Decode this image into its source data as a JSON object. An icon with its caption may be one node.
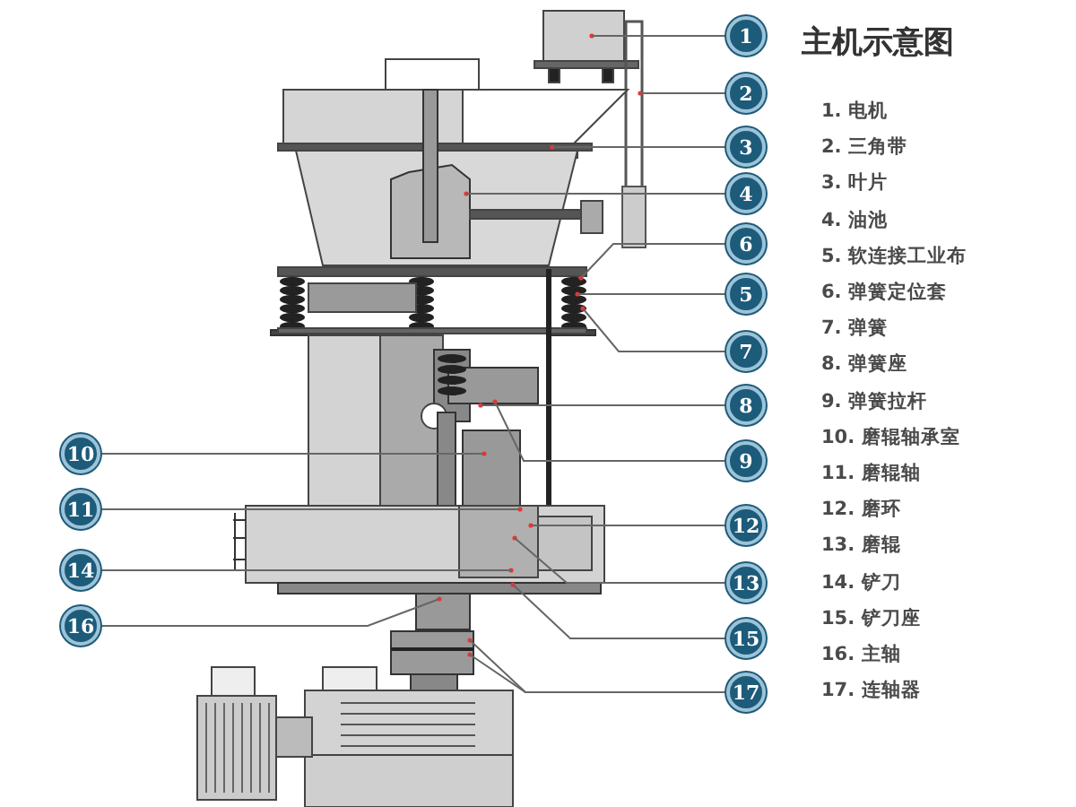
{
  "diagram": {
    "title": "主机示意图",
    "nodes": [
      {
        "text": [
          "1"
        ]
      },
      {
        "text": [
          "2"
        ]
      },
      {
        "text": [
          "3"
        ]
      },
      {
        "text": [
          "4"
        ]
      },
      {
        "text": [
          "5"
        ]
      },
      {
        "text": [
          "6"
        ]
      },
      {
        "text": [
          "7"
        ]
      },
      {
        "text": [
          "8"
        ]
      },
      {
        "text": [
          "9"
        ]
      },
      {
        "text": [
          "10"
        ]
      },
      {
        "text": [
          "11"
        ]
      },
      {
        "text": [
          "12"
        ]
      },
      {
        "text": [
          "13"
        ]
      },
      {
        "text": [
          "14"
        ]
      },
      {
        "text": [
          "15"
        ]
      },
      {
        "text": [
          "16"
        ]
      },
      {
        "text": [
          "17"
        ]
      }
    ],
    "edges": [
      {
        "from": 0,
        "to": null,
        "arrow": "none"
      },
      {
        "from": 1,
        "to": null,
        "arrow": "none"
      },
      {
        "from": 2,
        "to": null,
        "arrow": "none"
      },
      {
        "from": 3,
        "to": null,
        "arrow": "none"
      },
      {
        "from": 4,
        "to": null,
        "arrow": "none"
      },
      {
        "from": 5,
        "to": null,
        "arrow": "none"
      },
      {
        "from": 6,
        "to": null,
        "arrow": "none"
      },
      {
        "from": 7,
        "to": null,
        "arrow": "none"
      },
      {
        "from": 8,
        "to": null,
        "arrow": "none"
      },
      {
        "from": 9,
        "to": null,
        "arrow": "none"
      },
      {
        "from": 10,
        "to": null,
        "arrow": "none"
      },
      {
        "from": 11,
        "to": null,
        "arrow": "none"
      },
      {
        "from": 12,
        "to": null,
        "arrow": "none"
      },
      {
        "from": 13,
        "to": null,
        "arrow": "none"
      },
      {
        "from": 14,
        "to": null,
        "arrow": "none"
      },
      {
        "from": 15,
        "to": null,
        "arrow": "none"
      },
      {
        "from": 16,
        "to": null,
        "arrow": "none"
      },
      {
        "from": 16,
        "to": null,
        "arrow": "none"
      }
    ],
    "labels": [
      "1. 电机",
      "2. 三角带",
      "3. 叶片",
      "4. 油池",
      "5. 软连接工业布",
      "6. 弹簧定位套",
      "7. 弹簧",
      "8. 弹簧座",
      "9. 弹簧拉杆",
      "10. 磨辊轴承室",
      "11. 磨辊轴",
      "12. 磨环",
      "13. 磨辊",
      "14. 铲刀",
      "15. 铲刀座",
      "16. 主轴",
      "17. 连轴器"
    ]
  }
}
